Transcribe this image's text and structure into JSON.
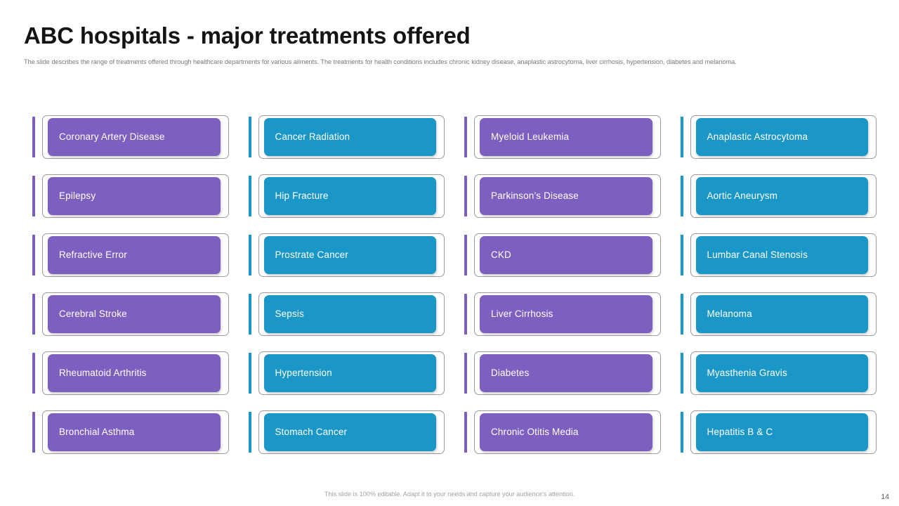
{
  "slide": {
    "title": "ABC hospitals - major treatments offered",
    "subtitle": "The slide describes the range of treatments offered through healthcare departments for various ailments. The treatments for health conditions includes chronic kidney disease, anaplastic astrocytoma, liver cirrhosis, hypertension, diabetes and melanoma.",
    "footer_note": "This slide is 100% editable. Adapt it to your needs and capture your audience's attention.",
    "page_number": "14",
    "background_color": "#ffffff"
  },
  "colors": {
    "purple": "#7d5fc0",
    "blue": "#1a97c7",
    "title_text": "#141414",
    "body_text": "#7a7a7a",
    "card_text": "#ffffff",
    "card_border": "#9a9a9a"
  },
  "columns": [
    {
      "index": 1,
      "color": "#7d5fc0",
      "accent_color": "#7d5fc0",
      "cards": [
        {
          "label": "Coronary Artery  Disease"
        },
        {
          "label": "Epilepsy"
        },
        {
          "label": "Refractive Error"
        },
        {
          "label": "Cerebral Stroke"
        },
        {
          "label": "Rheumatoid  Arthritis"
        },
        {
          "label": "Bronchial Asthma"
        }
      ]
    },
    {
      "index": 2,
      "color": "#1a97c7",
      "accent_color": "#1a97c7",
      "cards": [
        {
          "label": "Cancer Radiation"
        },
        {
          "label": "Hip Fracture"
        },
        {
          "label": "Prostrate Cancer"
        },
        {
          "label": "Sepsis"
        },
        {
          "label": "Hypertension"
        },
        {
          "label": "Stomach  Cancer"
        }
      ]
    },
    {
      "index": 3,
      "color": "#7d5fc0",
      "accent_color": "#7d5fc0",
      "cards": [
        {
          "label": "Myeloid Leukemia"
        },
        {
          "label": "Parkinson’s Disease"
        },
        {
          "label": "CKD"
        },
        {
          "label": "Liver Cirrhosis"
        },
        {
          "label": "Diabetes"
        },
        {
          "label": "Chronic Otitis Media"
        }
      ]
    },
    {
      "index": 4,
      "color": "#1a97c7",
      "accent_color": "#1a97c7",
      "cards": [
        {
          "label": "Anaplastic Astrocytoma"
        },
        {
          "label": "Aortic  Aneurysm"
        },
        {
          "label": "Lumbar  Canal Stenosis"
        },
        {
          "label": "Melanoma"
        },
        {
          "label": "Myasthenia Gravis"
        },
        {
          "label": "Hepatitis B &  C"
        }
      ]
    }
  ]
}
